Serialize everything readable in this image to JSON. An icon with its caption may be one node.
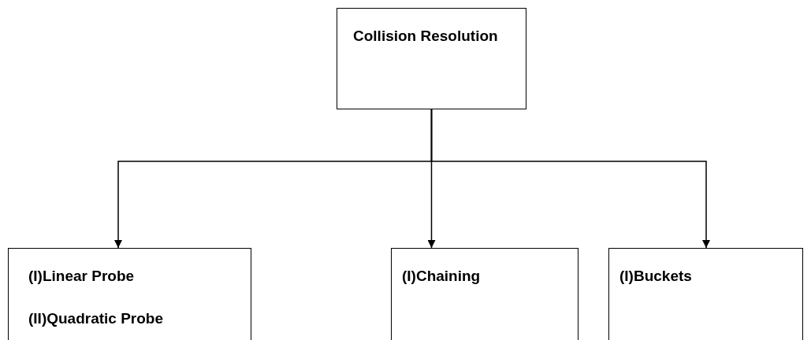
{
  "diagram": {
    "nodes": [
      {
        "text": [
          "Collision Resolution"
        ]
      },
      {
        "text": [
          "(I)Linear Probe",
          "(II)Quadratic Probe"
        ]
      },
      {
        "text": [
          "(I)Chaining"
        ]
      },
      {
        "text": [
          "(I)Buckets"
        ]
      }
    ],
    "edges": [
      {
        "from": 0,
        "to": 1,
        "arrow": "to"
      },
      {
        "from": 0,
        "to": 2,
        "arrow": "to"
      },
      {
        "from": 0,
        "to": 3,
        "arrow": "to"
      }
    ]
  }
}
